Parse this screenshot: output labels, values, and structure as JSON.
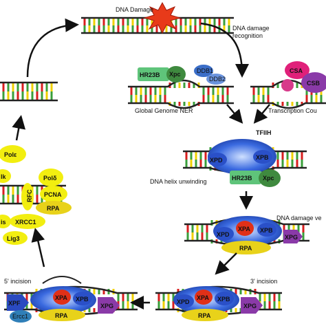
{
  "labels": {
    "dna_damage": "DNA Damage",
    "recognition_line1": "DNA damage",
    "recognition_line2": "recognition",
    "global_genome_ner": "Global Genome NER",
    "transcription_coupled": "Transcription Cou",
    "helix_unwinding": "DNA helix unwinding",
    "damage_verification": "DNA damage ve",
    "three_prime_incision": "3' incision",
    "five_prime_incision": "5' incision"
  },
  "proteins": {
    "hr23b": "HR23B",
    "xpc": "Xpc",
    "ddb1": "DDB1",
    "ddb2": "DDB2",
    "csa": "CSA",
    "csb": "CSB",
    "tfiih": "TFIIH",
    "xpd": "XPD",
    "xpb": "XPB",
    "xpa": "XPA",
    "rpa": "RPA",
    "xpg": "XPG",
    "xpf": "XPF",
    "ercc1": "Ercc1",
    "pol_epsilon": "Polε",
    "pol_delta": "Polδ",
    "pcna": "PCNA",
    "rfc": "RFC",
    "xrcc1": "XRCC1",
    "lig3": "Lig3",
    "partial_lk": "lk",
    "partial_is": "is"
  },
  "colors": {
    "strand": "#222222",
    "base_red": "#d81e1e",
    "base_green": "#3a9e3a",
    "base_yellow": "#f0d000",
    "hr23b": "#5fc47a",
    "xpc": "#3f8a3f",
    "ddb": "#3b6ec8",
    "csa": "#e0207a",
    "csb": "#8a3aa8",
    "tfiih": "#1e4fbf",
    "xpa": "#e03018",
    "rpa": "#e8d21a",
    "xpg": "#8a3aa8",
    "xpf": "#2a4ac0",
    "repair": "#f2ee10",
    "damage_star": "#e83a1a"
  }
}
